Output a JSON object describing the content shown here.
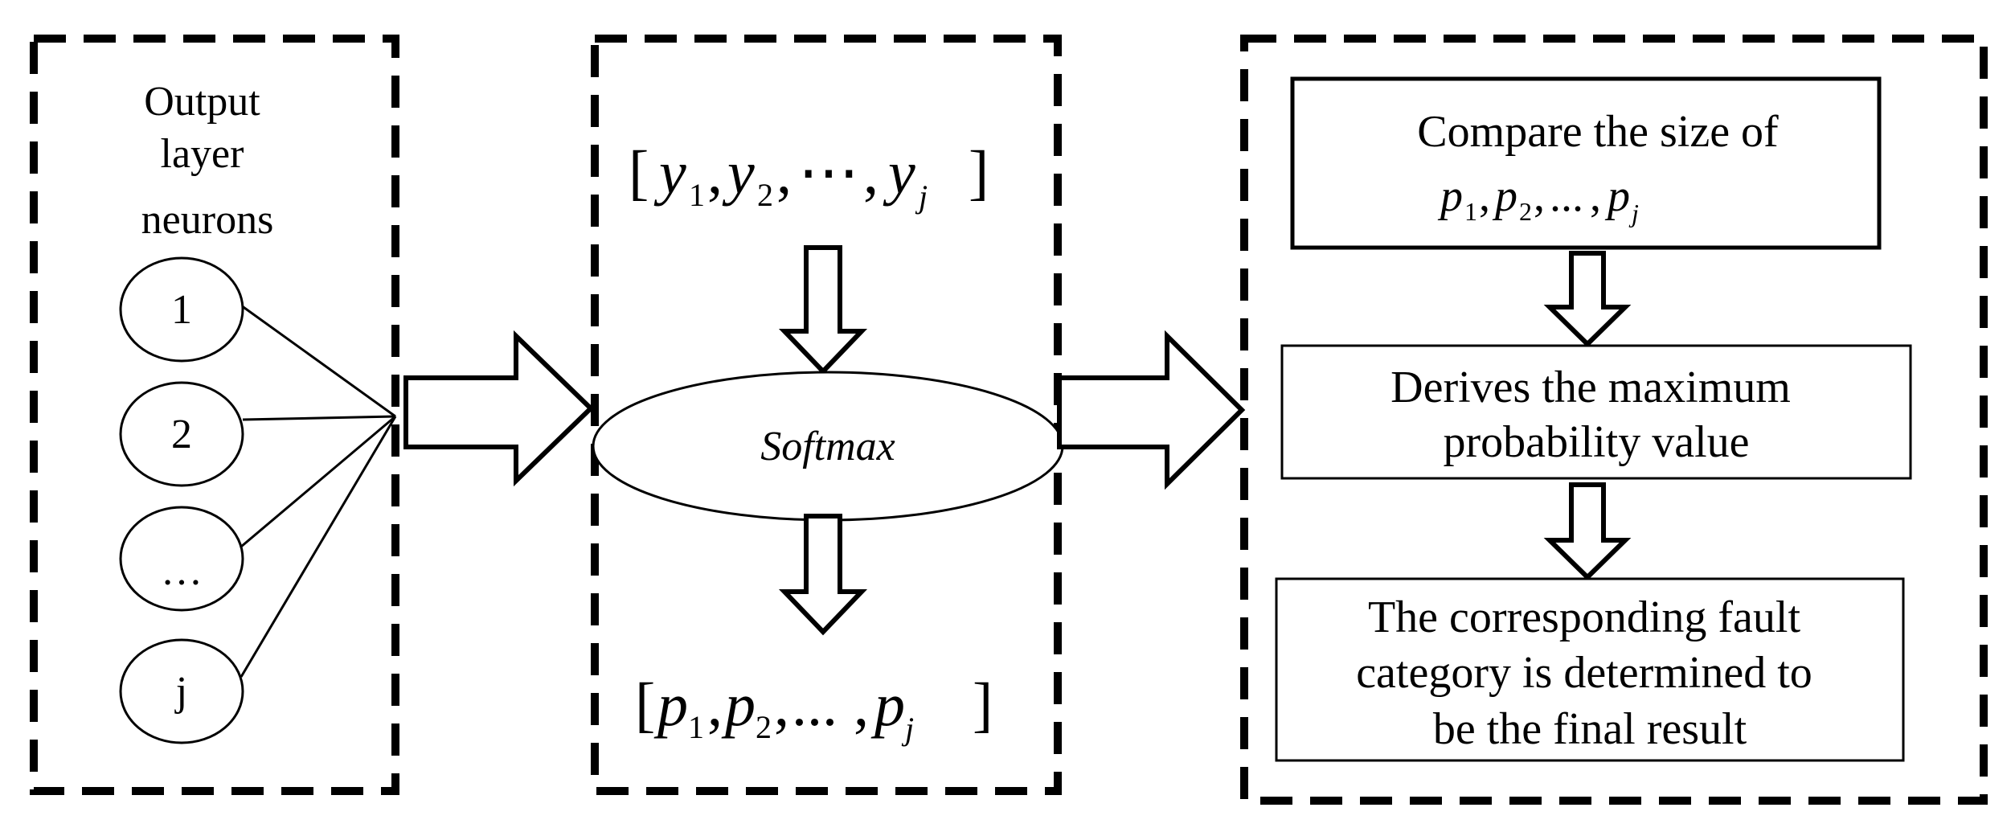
{
  "panel_left": {
    "title_lines": [
      "Output",
      "layer",
      "neurons"
    ],
    "neurons": [
      "1",
      "2",
      "…",
      "j"
    ]
  },
  "panel_middle": {
    "input_vector": {
      "open": "[",
      "items": [
        {
          "base": "y",
          "sub": "1"
        },
        {
          "base": "y",
          "sub": "2"
        },
        {
          "base": "⋯",
          "sub": ""
        },
        {
          "base": "y",
          "sub": "j"
        }
      ],
      "close": "]"
    },
    "function_label": "Softmax",
    "output_vector": {
      "open": "[",
      "items": [
        {
          "base": "p",
          "sub": "1"
        },
        {
          "base": "p",
          "sub": "2"
        },
        {
          "base": "...",
          "sub": ""
        },
        {
          "base": "p",
          "sub": "j"
        }
      ],
      "close": "]"
    }
  },
  "panel_right": {
    "step1": {
      "text": "Compare the size of",
      "math": [
        {
          "base": "p",
          "sub": "1"
        },
        {
          "base": "p",
          "sub": "2"
        },
        {
          "base": "...",
          "sub": ""
        },
        {
          "base": "p",
          "sub": "j"
        }
      ]
    },
    "step2_lines": [
      "Derives the maximum",
      "probability value"
    ],
    "step3_lines": [
      "The corresponding fault",
      "category is determined to",
      "be the final result"
    ]
  },
  "colors": {
    "stroke": "#000000",
    "background": "#ffffff"
  }
}
